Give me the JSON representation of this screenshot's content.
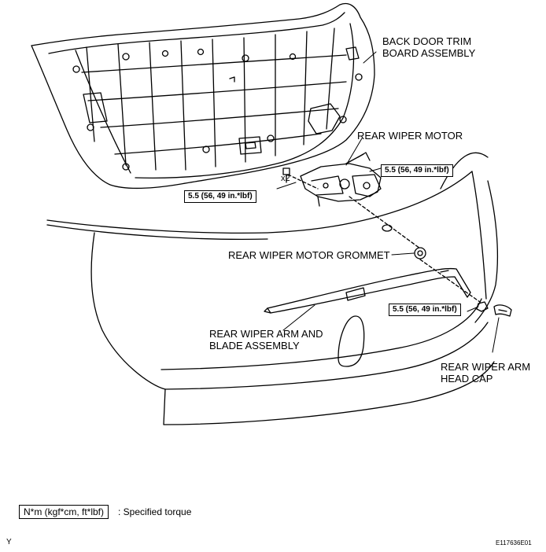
{
  "labels": {
    "trim_board": [
      "BACK DOOR TRIM",
      "BOARD ASSEMBLY"
    ],
    "wiper_motor": "REAR WIPER MOTOR",
    "grommet": "REAR WIPER MOTOR GROMMET",
    "arm_blade": [
      "REAR WIPER ARM AND",
      "BLADE ASSEMBLY"
    ],
    "head_cap": [
      "REAR WIPER ARM",
      "HEAD CAP"
    ],
    "x2": "x2"
  },
  "torques": {
    "left": "5.5 (56, 49 in.*lbf)",
    "right_top": "5.5 (56, 49 in.*lbf)",
    "right_bottom": "5.5 (56, 49 in.*lbf)"
  },
  "legend": {
    "box": "N*m (kgf*cm, ft*lbf)",
    "text": ": Specified torque"
  },
  "footer": {
    "corner": "Y",
    "code": "E117636E01"
  }
}
